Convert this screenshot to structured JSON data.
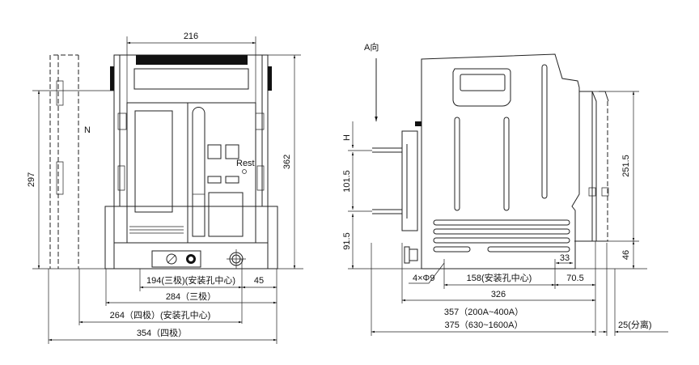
{
  "front_view": {
    "pole_label": "N",
    "reset_label": "Rest",
    "dims": {
      "width_top": "216",
      "height_left": "297",
      "height_right": "362",
      "mount_3pole": "194(三极)(安装孔中心)",
      "offset": "45",
      "width_3pole": "284（三极）",
      "mount_4pole": "264（四极）(安装孔中心)",
      "width_4pole": "354（四极）"
    }
  },
  "side_view": {
    "direction_label": "A向",
    "dims": {
      "h": "H",
      "d101": "101.5",
      "d91": "91.5",
      "d251": "251.5",
      "d46": "46",
      "d33": "33",
      "holes": "4×Φ9",
      "mount": "158(安装孔中心)",
      "d70": "70.5",
      "d326": "326",
      "d357": "357（200A~400A）",
      "d375": "375（630~1600A）",
      "separation": "25(分离)"
    }
  }
}
